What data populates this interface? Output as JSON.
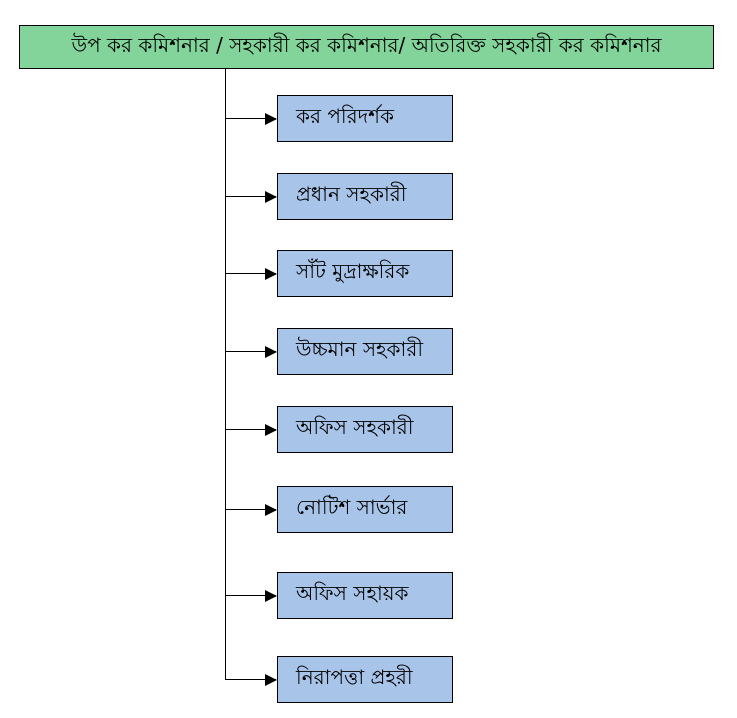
{
  "diagram": {
    "root": {
      "label": "উপ কর কমিশনার / সহকারী কর কমিশনার/ অতিরিক্ত সহকারী কর কমিশনার"
    },
    "children": [
      {
        "label": "কর পরিদর্শক"
      },
      {
        "label": "প্রধান সহকারী"
      },
      {
        "label": "সাঁট মুদ্রাক্ষরিক"
      },
      {
        "label": "উচ্চমান সহকারী"
      },
      {
        "label": "অফিস সহকারী"
      },
      {
        "label": "নোটিশ সার্ভার"
      },
      {
        "label": "অফিস সহায়ক"
      },
      {
        "label": "নিরাপত্তা প্রহরী"
      }
    ],
    "colors": {
      "root_fill": "#82d49a",
      "child_fill": "#a8c4e8",
      "line": "#000000"
    }
  }
}
